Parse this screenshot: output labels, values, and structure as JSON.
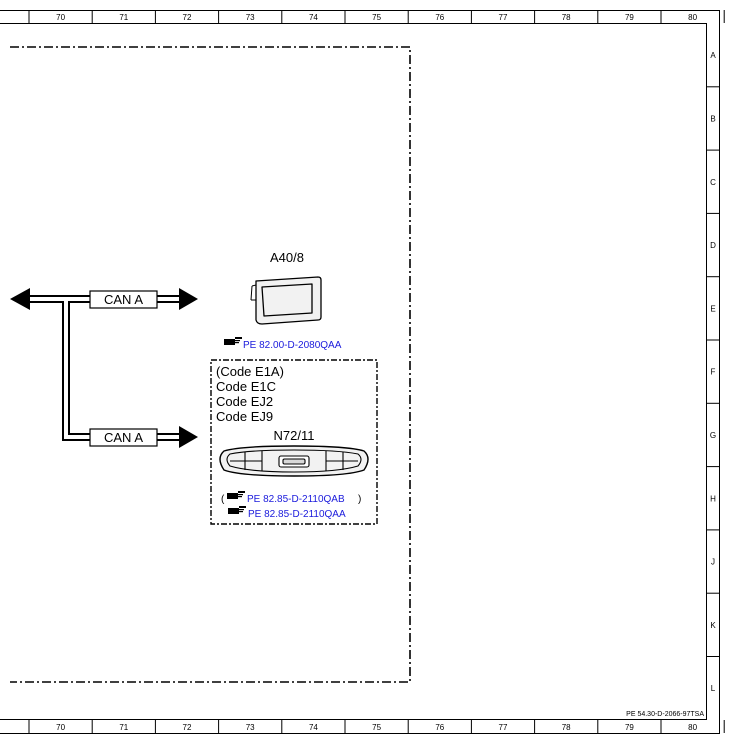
{
  "ruler": {
    "columns": [
      "70",
      "71",
      "72",
      "73",
      "74",
      "75",
      "76",
      "77",
      "78",
      "79",
      "80"
    ],
    "rows": [
      "A",
      "B",
      "C",
      "D",
      "E",
      "F",
      "G",
      "H",
      "J",
      "K",
      "L"
    ]
  },
  "drawing_ref": "PE 54.30-D-2066-97TSA",
  "bus": {
    "upper_label": "CAN A",
    "lower_label": "CAN A"
  },
  "a40": {
    "name": "A40/8",
    "link": "PE 82.00-D-2080QAA"
  },
  "n72": {
    "codes": [
      "(Code E1A)",
      "Code E1C",
      "Code EJ2",
      "Code EJ9"
    ],
    "name": "N72/11",
    "link_open": "(",
    "link1": "PE 82.85-D-2110QAB",
    "link_close": ")",
    "link2": "PE 82.85-D-2110QAA"
  },
  "icons": [
    "pointing-hand-icon"
  ]
}
